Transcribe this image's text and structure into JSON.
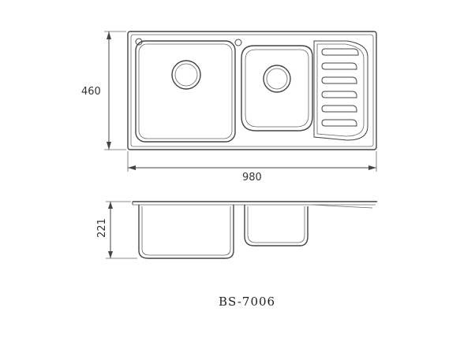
{
  "dimensions": {
    "height": "460",
    "width": "980",
    "depth": "221"
  },
  "model": "BS-7006",
  "colors": {
    "line": "#444444",
    "background": "#ffffff"
  }
}
